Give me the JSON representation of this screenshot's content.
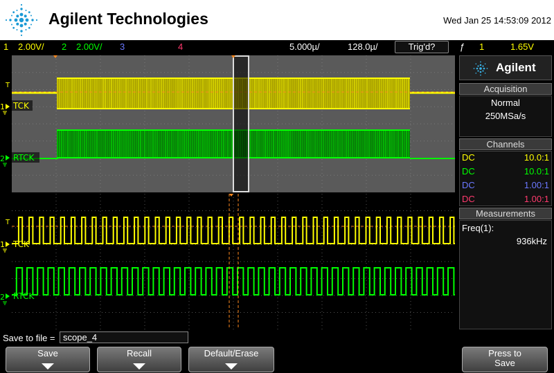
{
  "header": {
    "brand": "Agilent Technologies",
    "datetime": "Wed Jan 25 14:53:09 2012"
  },
  "statusbar": {
    "ch1": {
      "num": "1",
      "scale": "2.00V/"
    },
    "ch2": {
      "num": "2",
      "scale": "2.00V/"
    },
    "ch3": {
      "num": "3"
    },
    "ch4": {
      "num": "4"
    },
    "timebase": "5.000µ/",
    "delay": "128.0µ/",
    "trig_status": "Trig'd?",
    "trig_channel": "1",
    "trig_level": "1.65V"
  },
  "scope": {
    "main_labels": {
      "ch1": "TCK",
      "ch2": "RTCK"
    },
    "zoom_labels": {
      "ch1": "TCK",
      "ch2": "RTCK"
    },
    "channel_markers": {
      "ch1": "1",
      "ch2": "2",
      "trigger": "T"
    }
  },
  "panel": {
    "brand": "Agilent",
    "acquisition": {
      "title": "Acquisition",
      "mode": "Normal",
      "rate": "250MSa/s"
    },
    "channels": {
      "title": "Channels",
      "rows": [
        {
          "coupling": "DC",
          "probe": "10.0:1",
          "color": "#ffff00"
        },
        {
          "coupling": "DC",
          "probe": "10.0:1",
          "color": "#00ff00"
        },
        {
          "coupling": "DC",
          "probe": "1.00:1",
          "color": "#6b78ff"
        },
        {
          "coupling": "DC",
          "probe": "1.00:1",
          "color": "#ff3a6e"
        }
      ]
    },
    "measurements": {
      "title": "Measurements",
      "label": "Freq(1):",
      "value": "936kHz"
    }
  },
  "save": {
    "label": "Save to file =",
    "filename": "scope_4"
  },
  "softkeys": [
    {
      "label": "Save"
    },
    {
      "label": "Recall"
    },
    {
      "label": "Default/Erase"
    },
    {
      "label": "Press to Save"
    }
  ],
  "colors": {
    "ch1": "#ffff00",
    "ch2": "#00ff00",
    "ch3": "#6b78ff",
    "ch4": "#ff3a6e"
  }
}
